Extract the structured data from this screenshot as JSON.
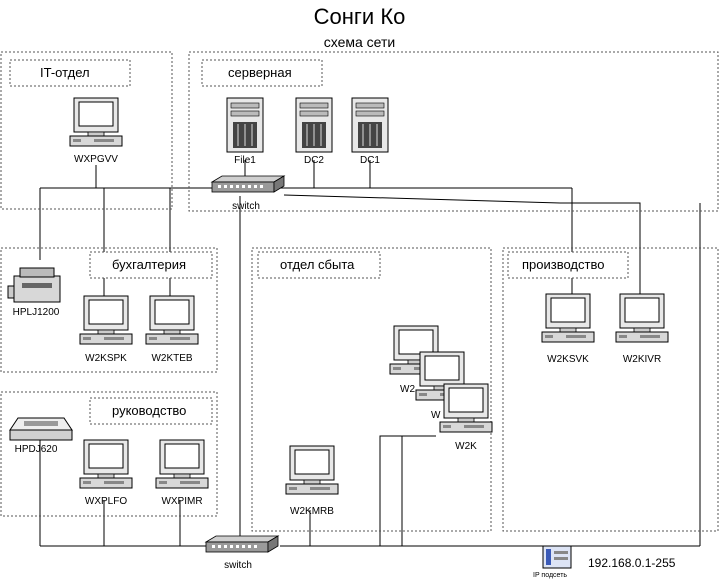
{
  "diagram": {
    "title": "Сонги Ко",
    "subtitle": "схема сети",
    "zones": {
      "it": "IT-отдел",
      "server": "серверная",
      "accounting": "бухгалтерия",
      "sales": "отдел сбыта",
      "production": "производство",
      "management": "руководство"
    },
    "nodes": {
      "wxpgvv": "WXPGVV",
      "file1": "File1",
      "dc2": "DC2",
      "dc1": "DC1",
      "switch_top": "switch",
      "hplj1200": "HPLJ1200",
      "w2kspk": "W2KSPK",
      "w2kteb": "W2KTEB",
      "hpdj620": "HPDJ620",
      "wxplfo": "WXPLFO",
      "wxpimr": "WXPIMR",
      "w2k_a": "W2",
      "w2k_b": "W",
      "w2k_c": "W2K",
      "w2kmrb": "W2KMRB",
      "w2ksvk": "W2KSVK",
      "w2kivr": "W2KIVR",
      "switch_bottom": "switch"
    },
    "ip_icon_label": "IP подсеть",
    "ip_range": "192.168.0.1-255"
  }
}
